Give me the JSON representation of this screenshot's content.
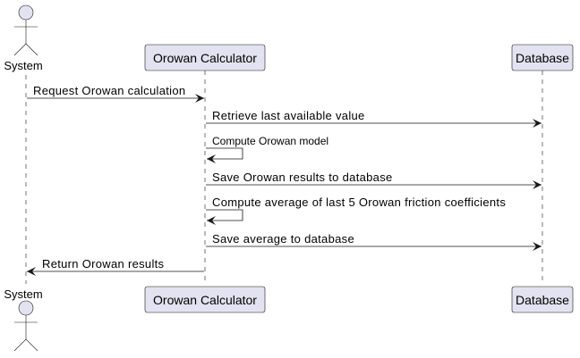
{
  "colors": {
    "participant_fill": "#E2E2F0",
    "participant_stroke": "#181818",
    "actor_fill": "#E2E2F0",
    "actor_stroke": "#181818",
    "lifeline": "#181818",
    "arrow": "#181818"
  },
  "participants": [
    {
      "id": "system",
      "label": "System",
      "kind": "actor"
    },
    {
      "id": "calculator",
      "label": "Orowan Calculator",
      "kind": "participant"
    },
    {
      "id": "database",
      "label": "Database",
      "kind": "participant"
    }
  ],
  "messages": [
    {
      "from": "system",
      "to": "calculator",
      "label": "Request Orowan calculation",
      "style": "normal"
    },
    {
      "from": "calculator",
      "to": "database",
      "label": "Retrieve last available value",
      "style": "normal"
    },
    {
      "from": "calculator",
      "to": "calculator",
      "label": "Compute Orowan model",
      "style": "small"
    },
    {
      "from": "calculator",
      "to": "database",
      "label": "Save Orowan results to database",
      "style": "normal"
    },
    {
      "from": "calculator",
      "to": "calculator",
      "label": "Compute average of last 5 Orowan friction coefficients",
      "style": "normal"
    },
    {
      "from": "calculator",
      "to": "database",
      "label": "Save average to database",
      "style": "normal"
    },
    {
      "from": "calculator",
      "to": "system",
      "label": "Return Orowan results",
      "style": "normal"
    }
  ]
}
